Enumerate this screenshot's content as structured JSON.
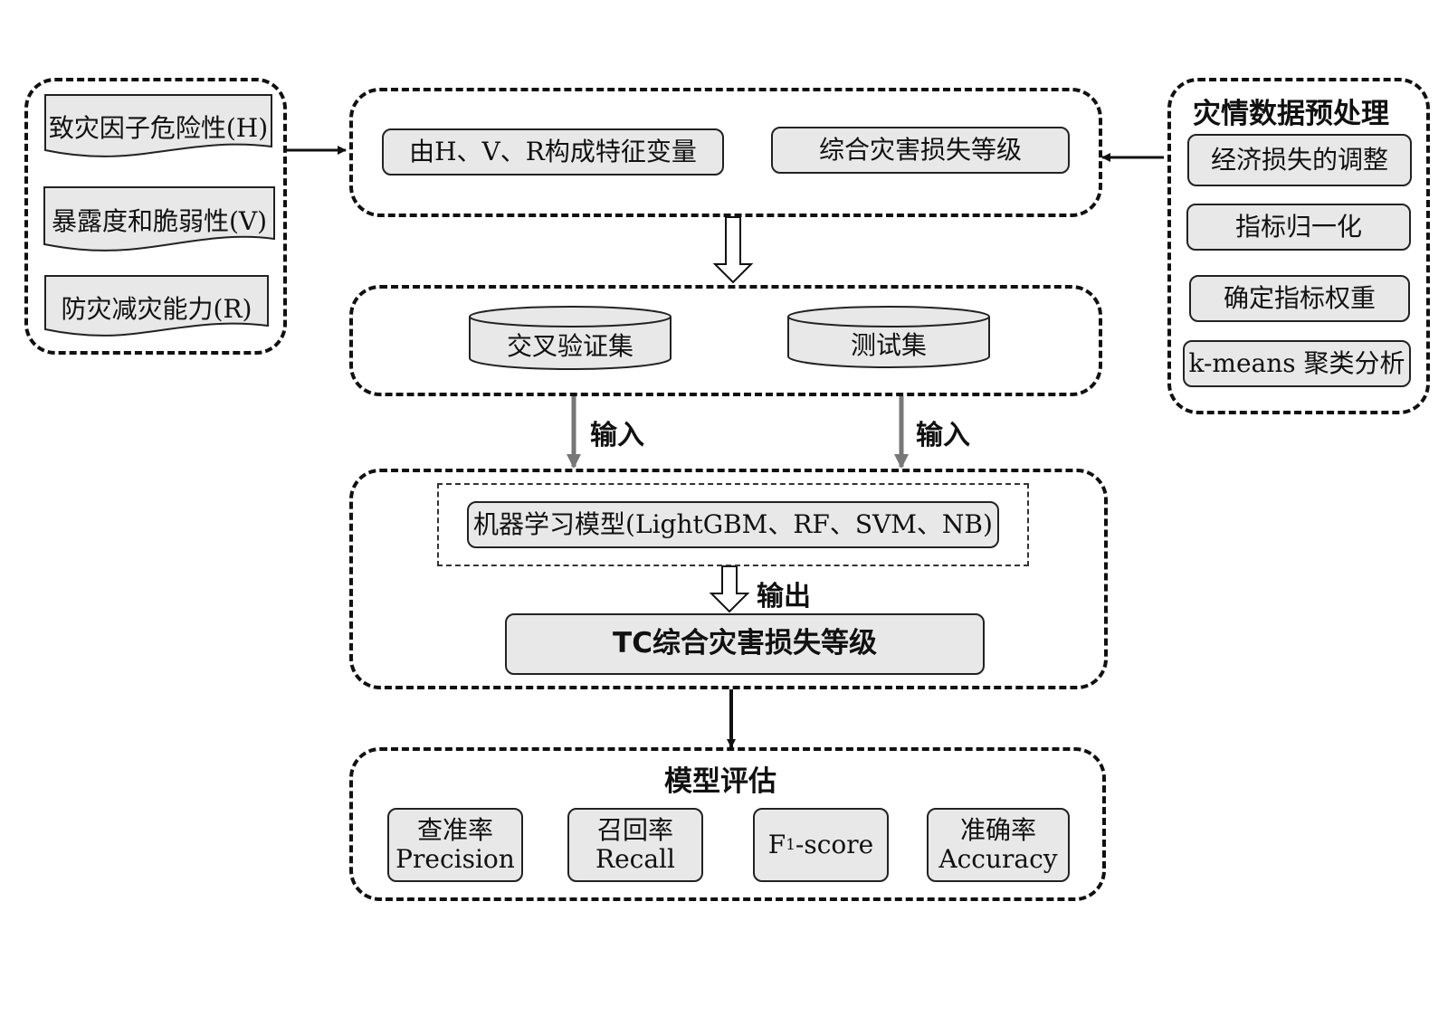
{
  "left_group": {
    "items": [
      "致灾因子危险性(H)",
      "暴露度和脆弱性(V)",
      "防灾减灾能力(R)"
    ]
  },
  "top_group": {
    "feature_box": "由H、V、R构成特征变量",
    "loss_box": "综合灾害损失等级"
  },
  "right_group": {
    "title": "灾情数据预处理",
    "steps": [
      "经济损失的调整",
      "指标归一化",
      "确定指标权重",
      "k-means 聚类分析"
    ]
  },
  "dataset_group": {
    "cv_set": "交叉验证集",
    "test_set": "测试集"
  },
  "input_label_left": "输入",
  "input_label_right": "输入",
  "model_group": {
    "model_box": "机器学习模型(LightGBM、RF、SVM、NB)",
    "output_label": "输出",
    "result_box": "TC综合灾害损失等级"
  },
  "eval_group": {
    "title": "模型评估",
    "metrics": [
      {
        "cn": "查准率",
        "en": "Precision"
      },
      {
        "cn": "召回率",
        "en": "Recall"
      },
      {
        "name": "F",
        "sub": "1",
        "suffix": "-score"
      },
      {
        "cn": "准确率",
        "en": "Accuracy"
      }
    ]
  }
}
